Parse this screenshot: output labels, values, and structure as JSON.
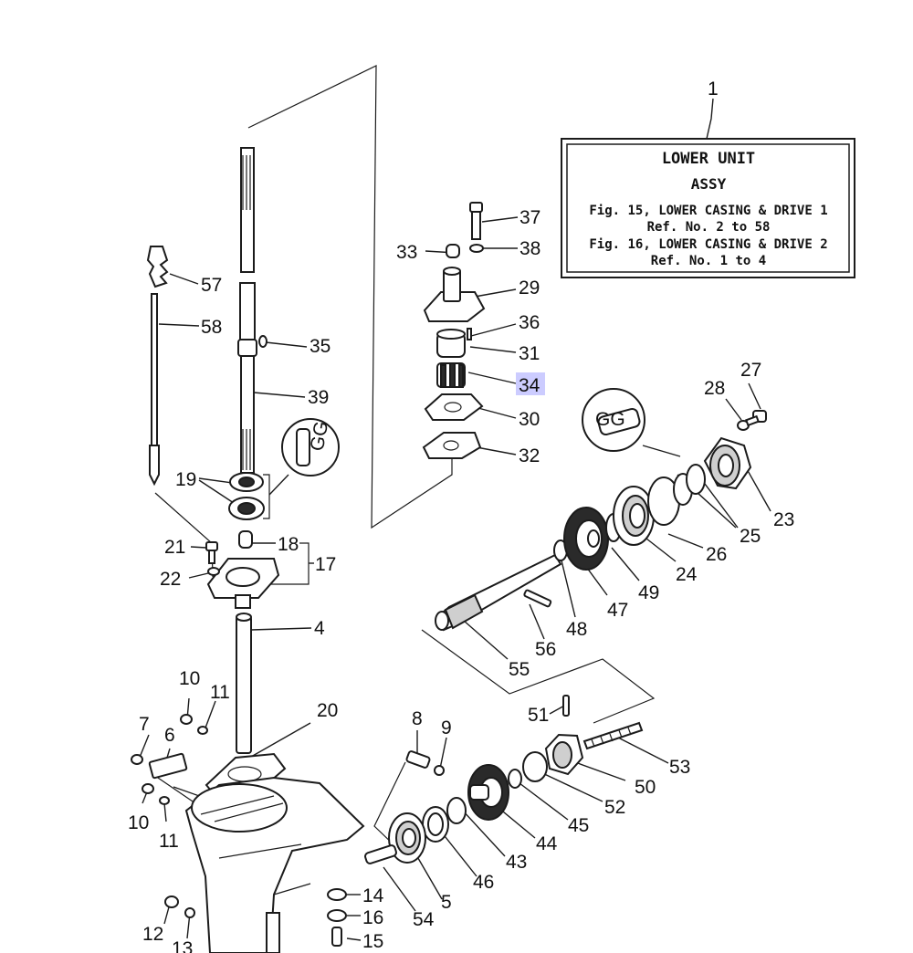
{
  "info_box": {
    "lines": [
      "LOWER UNIT",
      "ASSY",
      "Fig. 15, LOWER CASING & DRIVE 1",
      "Ref. No. 2 to 58",
      "Fig. 16, LOWER CASING & DRIVE 2",
      "Ref. No. 1 to 4"
    ]
  },
  "highlight_color": "#ccccff",
  "callouts": [
    {
      "id": "1",
      "label": "1"
    },
    {
      "id": "37",
      "label": "37"
    },
    {
      "id": "38",
      "label": "38"
    },
    {
      "id": "33",
      "label": "33"
    },
    {
      "id": "29",
      "label": "29"
    },
    {
      "id": "36",
      "label": "36"
    },
    {
      "id": "31",
      "label": "31"
    },
    {
      "id": "34",
      "label": "34",
      "highlighted": true
    },
    {
      "id": "30",
      "label": "30"
    },
    {
      "id": "32",
      "label": "32"
    },
    {
      "id": "57",
      "label": "57"
    },
    {
      "id": "58",
      "label": "58"
    },
    {
      "id": "35",
      "label": "35"
    },
    {
      "id": "39",
      "label": "39"
    },
    {
      "id": "19",
      "label": "19"
    },
    {
      "id": "18",
      "label": "18"
    },
    {
      "id": "17",
      "label": "17"
    },
    {
      "id": "21",
      "label": "21"
    },
    {
      "id": "22",
      "label": "22"
    },
    {
      "id": "4",
      "label": "4"
    },
    {
      "id": "27",
      "label": "27"
    },
    {
      "id": "28",
      "label": "28"
    },
    {
      "id": "23",
      "label": "23"
    },
    {
      "id": "25",
      "label": "25"
    },
    {
      "id": "26",
      "label": "26"
    },
    {
      "id": "24",
      "label": "24"
    },
    {
      "id": "49",
      "label": "49"
    },
    {
      "id": "47",
      "label": "47"
    },
    {
      "id": "48",
      "label": "48"
    },
    {
      "id": "56",
      "label": "56"
    },
    {
      "id": "55",
      "label": "55"
    },
    {
      "id": "10a",
      "label": "10"
    },
    {
      "id": "11a",
      "label": "11"
    },
    {
      "id": "7",
      "label": "7"
    },
    {
      "id": "6",
      "label": "6"
    },
    {
      "id": "20",
      "label": "20"
    },
    {
      "id": "10b",
      "label": "10"
    },
    {
      "id": "11b",
      "label": "11"
    },
    {
      "id": "8",
      "label": "8"
    },
    {
      "id": "9",
      "label": "9"
    },
    {
      "id": "51",
      "label": "51"
    },
    {
      "id": "53",
      "label": "53"
    },
    {
      "id": "50",
      "label": "50"
    },
    {
      "id": "52",
      "label": "52"
    },
    {
      "id": "45",
      "label": "45"
    },
    {
      "id": "44",
      "label": "44"
    },
    {
      "id": "43",
      "label": "43"
    },
    {
      "id": "46",
      "label": "46"
    },
    {
      "id": "5",
      "label": "5"
    },
    {
      "id": "54",
      "label": "54"
    },
    {
      "id": "14",
      "label": "14"
    },
    {
      "id": "16",
      "label": "16"
    },
    {
      "id": "15",
      "label": "15"
    },
    {
      "id": "12",
      "label": "12"
    },
    {
      "id": "13",
      "label": "13"
    }
  ]
}
